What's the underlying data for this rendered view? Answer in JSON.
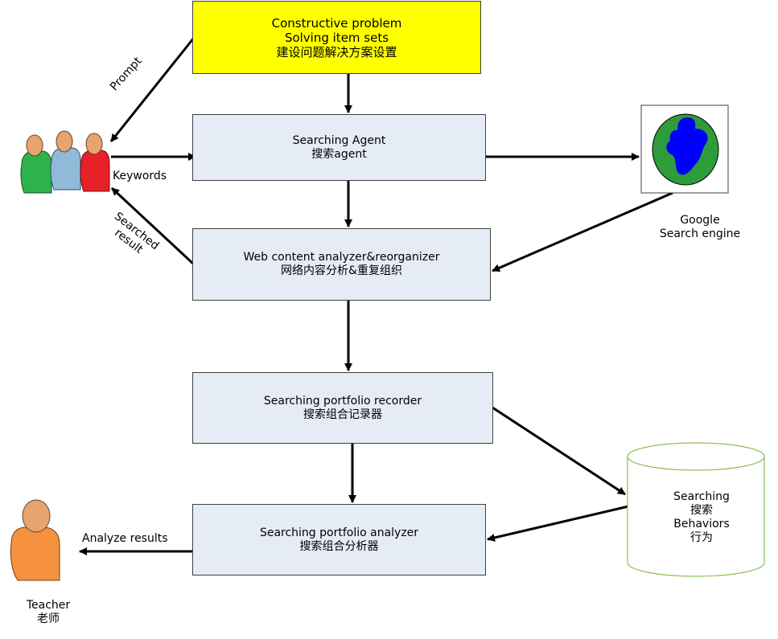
{
  "boxes": {
    "problem_sets": {
      "line1": "Constructive problem",
      "line2": "Solving item sets",
      "line3": "建设问题解决方案设置",
      "color": "#ffff00"
    },
    "searching_agent": {
      "line1": "Searching Agent",
      "line2": "搜索agent",
      "color": "#e6ecf5"
    },
    "web_analyzer": {
      "line1": "Web content analyzer&reorganizer",
      "line2": "网络内容分析&重复组织",
      "color": "#e6ecf5"
    },
    "portfolio_recorder": {
      "line1": "Searching portfolio recorder",
      "line2": "搜索组合记录器",
      "color": "#e6ecf5"
    },
    "portfolio_analyzer": {
      "line1": "Searching portfolio analyzer",
      "line2": "搜索组合分析器",
      "color": "#e6ecf5"
    }
  },
  "edge_labels": {
    "prompt": "Prompt",
    "keywords": "Keywords",
    "searched_result_1": "Searched",
    "searched_result_2": "result",
    "analyze_results": "Analyze results"
  },
  "google": {
    "line1": "Google",
    "line2": "Search engine"
  },
  "database": {
    "line1": "Searching",
    "line2": "搜索",
    "line3": "Behaviors",
    "line4": "行为",
    "stroke_color": "#8cc152"
  },
  "teacher": {
    "line1": "Teacher",
    "line2": "老师",
    "color": "#f5913f"
  },
  "students": {
    "colors": [
      "#2db34a",
      "#8fbbd9",
      "#e8202a"
    ]
  }
}
